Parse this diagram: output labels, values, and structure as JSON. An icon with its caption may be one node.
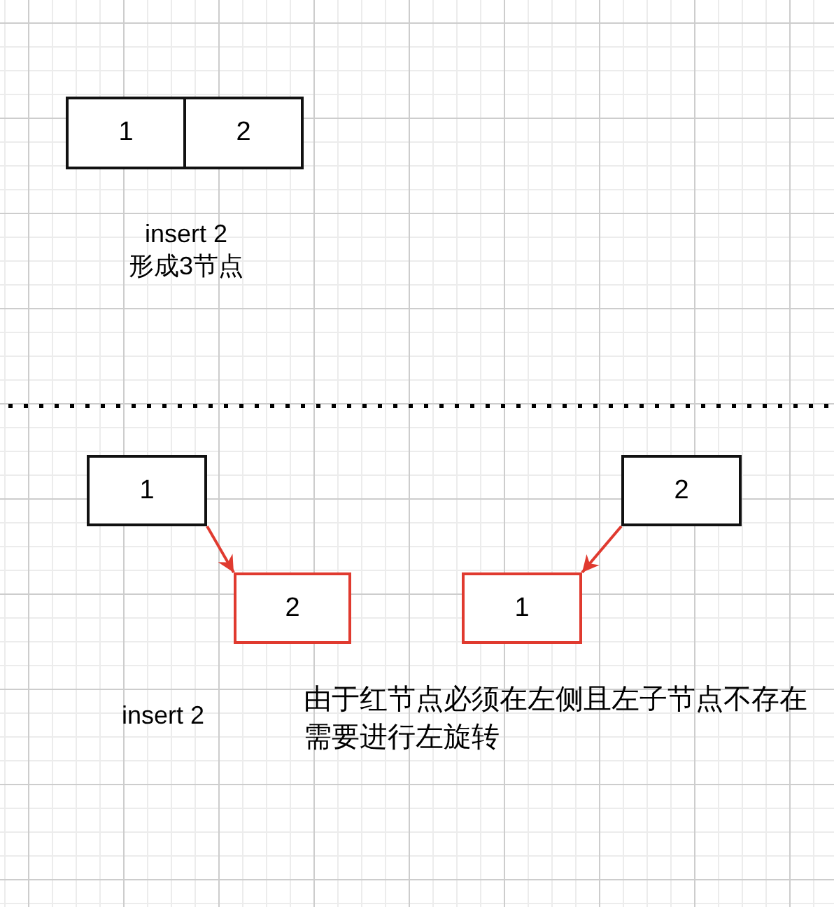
{
  "diagram": {
    "nodes": [
      {
        "text": [
          "1"
        ]
      },
      {
        "text": [
          "2"
        ]
      },
      {
        "text": [
          "1"
        ]
      },
      {
        "text": [
          "2"
        ]
      },
      {
        "text": [
          "2"
        ]
      },
      {
        "text": [
          "1"
        ]
      }
    ],
    "edges": [
      {
        "from": 2,
        "to": 3,
        "arrow": "to"
      },
      {
        "from": 4,
        "to": 5,
        "arrow": "to"
      }
    ],
    "labels": [
      "insert 2 形成3节点",
      "insert 2",
      "由于红节点必须在左侧且左子节点不存在需要进行左旋转"
    ]
  }
}
